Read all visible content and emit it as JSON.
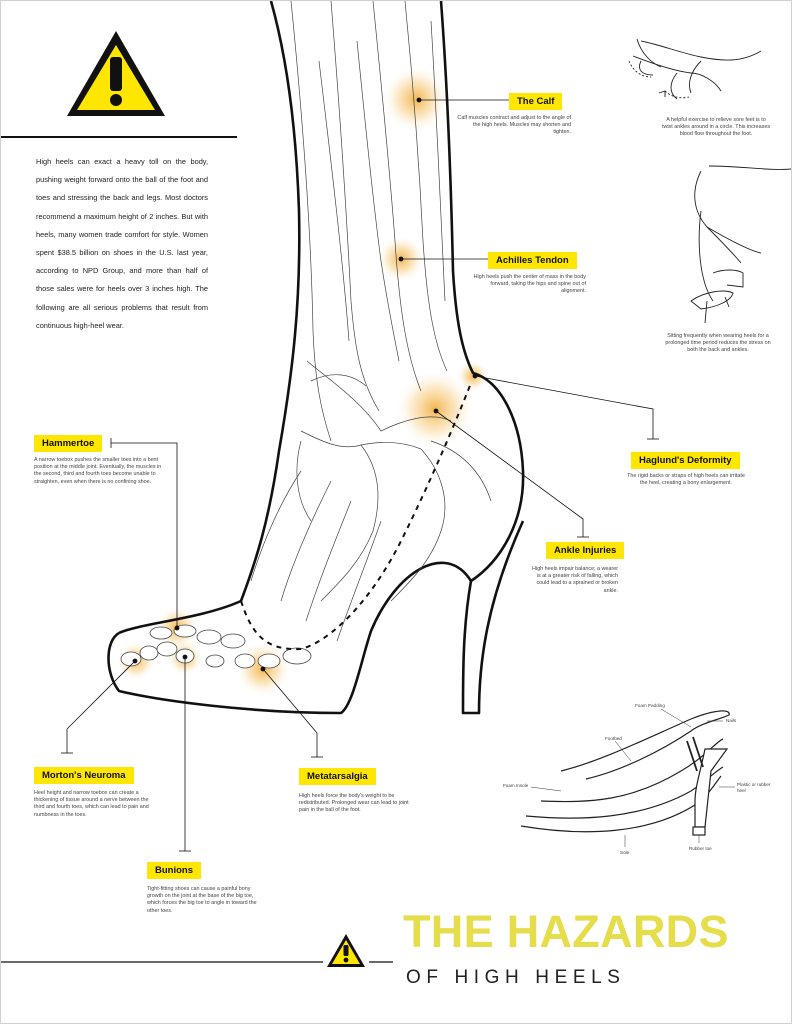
{
  "intro": "High heels can exact a heavy toll on the body, pushing weight forward onto the ball of the foot and toes and stressing the back and legs. Most doctors recommend a maximum height of 2 inches. But with heels, many women trade comfort for style. Women spent $38.5 billion on shoes in the U.S. last year, according to NPD Group, and more than half of those sales were for heels over 3 inches high. The following are all serious problems that result from continuous high-heel wear.",
  "labels": {
    "calf": {
      "title": "The Calf",
      "text": "Calf muscles contract and adjust to the angle of the high heels. Muscles may shorten and tighten."
    },
    "achilles": {
      "title": "Achilles Tendon",
      "text": "High heels push the center of mass in the body forward, taking the hips and spine out of alignment."
    },
    "haglund": {
      "title": "Haglund's Deformity",
      "text": "The rigid backs or straps of high heels can irritate the heel, creating a bony enlargement."
    },
    "ankle": {
      "title": "Ankle Injuries",
      "text": "High heels impair balance; a wearer is at a greater risk of falling, which could lead to a sprained or broken ankle."
    },
    "hammertoe": {
      "title": "Hammertoe",
      "text": "A narrow toebox pushes the smaller toes into a bent position at the middle joint. Eventually, the muscles in the second, third and fourth toes become unable to straighten, even when there is no confining shoe."
    },
    "morton": {
      "title": "Morton's Neuroma",
      "text": "Heel height and narrow toebox can create a thickening of tissue around a nerve between the third and fourth toes, which can lead to pain and numbness in the toes."
    },
    "metatarsalgia": {
      "title": "Metatarsalgia",
      "text": "High heels force the body's weight to be redistributed. Prolonged wear can lead to joint pain in the ball of the foot."
    },
    "bunions": {
      "title": "Bunions",
      "text": "Tight-fitting shoes can cause a painful bony growth on the joint at the base of the big toe, which forces the big toe to angle in toward the other toes."
    }
  },
  "sidebar": {
    "exercise": "A helpful exercise to relieve sore feet is to twist ankles around in a circle. This increases blood flow throughout the foot.",
    "sitting": "Sitting frequently when wearing heels for a prolonged time period reduces the stress on both the back and ankles."
  },
  "shoe_parts": {
    "foam_padding": "Foam Padding",
    "nails": "Nails",
    "footbed": "Footbed",
    "foam_insole": "Foam Insole",
    "plastic_heel": "Plastic or rubber heel",
    "sole": "Sole",
    "rubber_toe": "Rubber toe"
  },
  "title": {
    "main": "THE HAZARDS",
    "sub": "OF HIGH HEELS"
  },
  "colors": {
    "highlight": "#ffe600",
    "title": "#e5dd4a",
    "glow": "#f0a830",
    "line": "#111111"
  },
  "icons": {
    "warning_top": "warning-triangle-icon",
    "warning_bottom": "warning-triangle-icon"
  }
}
